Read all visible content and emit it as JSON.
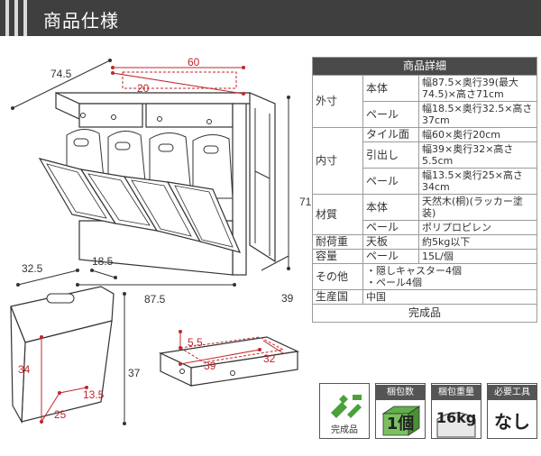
{
  "header": {
    "title": "商品仕様"
  },
  "spec": {
    "heading": "商品詳細",
    "rows": [
      {
        "cat": "外寸",
        "sub": "本体",
        "val": "幅87.5×奥行39(最大74.5)×高さ71cm"
      },
      {
        "cat": "",
        "sub": "ペール",
        "val": "幅18.5×奥行32.5×高さ37cm"
      },
      {
        "cat": "内寸",
        "sub": "タイル面",
        "val": "幅60×奥行20cm"
      },
      {
        "cat": "",
        "sub": "引出し",
        "val": "幅39×奥行32×高さ5.5cm"
      },
      {
        "cat": "",
        "sub": "ペール",
        "val": "幅13.5×奥行25×高さ34cm"
      },
      {
        "cat": "材質",
        "sub": "本体",
        "val": "天然木(桐)(ラッカー塗装)"
      },
      {
        "cat": "",
        "sub": "ペール",
        "val": "ポリプロピレン"
      },
      {
        "cat": "耐荷重",
        "sub": "天板",
        "val": "約5kg以下"
      },
      {
        "cat": "容量",
        "sub": "ペール",
        "val": "15L/個"
      },
      {
        "cat": "その他",
        "val1": "・隠しキャスター4個",
        "val2": "・ペール4個"
      },
      {
        "cat": "生産国",
        "sub": "中国"
      }
    ],
    "footer": "完成品"
  },
  "dimensions": {
    "main_depth_max": "74.5",
    "main_tile_width": "60",
    "main_tile_depth": "20",
    "main_height": "71",
    "main_width": "87.5",
    "main_depth": "39",
    "pail_depth": "32.5",
    "pail_width": "18.5",
    "pail_height": "37",
    "pail_inner_height": "34",
    "pail_inner_width": "13.5",
    "pail_inner_depth": "25",
    "drawer_height": "5.5",
    "drawer_width": "39",
    "drawer_depth": "32"
  },
  "badges": [
    {
      "label": "",
      "value": "完成品",
      "icon": "tools-icon"
    },
    {
      "label": "梱包数",
      "value": "1個",
      "icon": "box-icon"
    },
    {
      "label": "梱包重量",
      "value": "16kg",
      "icon": "weight-icon"
    },
    {
      "label": "必要工具",
      "value": "なし",
      "icon": ""
    }
  ],
  "colors": {
    "header_bg": "#3f3f3f",
    "dimension_red": "#c0262c",
    "table_header_bg": "#4a4a4a"
  }
}
